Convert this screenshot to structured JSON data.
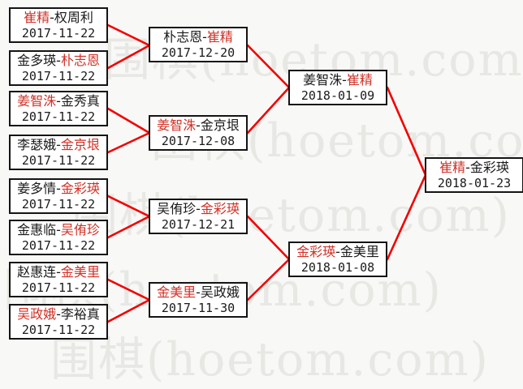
{
  "watermark": {
    "text": "围棋(hoetom.com)"
  },
  "colors": {
    "connector_line": "#f20000",
    "winner_name": "#d03026",
    "loser_name": "#1a1a1a",
    "box_border": "#141414",
    "box_background": "#ffffff",
    "watermark_gray": "#e7e7e4",
    "page_background": "#f8f8f6"
  },
  "bracket": {
    "round1": [
      {
        "p1": "崔精",
        "p1c": "red",
        "sep": "-",
        "p2": "权周利",
        "p2c": "blk",
        "date": "2017-11-22"
      },
      {
        "p1": "金多瑛",
        "p1c": "blk",
        "sep": "-",
        "p2": "朴志恩",
        "p2c": "red",
        "date": "2017-11-22"
      },
      {
        "p1": "姜智洙",
        "p1c": "red",
        "sep": "-",
        "p2": "金秀真",
        "p2c": "blk",
        "date": "2017-11-22"
      },
      {
        "p1": "李瑟娥",
        "p1c": "blk",
        "sep": "-",
        "p2": "金京垠",
        "p2c": "red",
        "date": "2017-11-22"
      },
      {
        "p1": "姜多情",
        "p1c": "blk",
        "sep": "-",
        "p2": "金彩瑛",
        "p2c": "red",
        "date": "2017-11-22"
      },
      {
        "p1": "金惠临",
        "p1c": "blk",
        "sep": "-",
        "p2": "吴侑珍",
        "p2c": "red",
        "date": "2017-11-22"
      },
      {
        "p1": "赵惠连",
        "p1c": "blk",
        "sep": "-",
        "p2": "金美里",
        "p2c": "red",
        "date": "2017-11-22"
      },
      {
        "p1": "吴政娥",
        "p1c": "red",
        "sep": "-",
        "p2": "李裕真",
        "p2c": "blk",
        "date": "2017-11-22"
      }
    ],
    "round2": [
      {
        "p1": "朴志恩",
        "p1c": "blk",
        "sep": "-",
        "p2": "崔精",
        "p2c": "red",
        "date": "2017-12-20"
      },
      {
        "p1": "姜智洙",
        "p1c": "red",
        "sep": "-",
        "p2": "金京垠",
        "p2c": "blk",
        "date": "2017-12-08"
      },
      {
        "p1": "吴侑珍",
        "p1c": "blk",
        "sep": "-",
        "p2": "金彩瑛",
        "p2c": "red",
        "date": "2017-12-21"
      },
      {
        "p1": "金美里",
        "p1c": "red",
        "sep": "-",
        "p2": "吴政娥",
        "p2c": "blk",
        "date": "2017-11-30"
      }
    ],
    "semifinals": [
      {
        "p1": "姜智洙",
        "p1c": "blk",
        "sep": "-",
        "p2": "崔精",
        "p2c": "red",
        "date": "2018-01-09"
      },
      {
        "p1": "金彩瑛",
        "p1c": "red",
        "sep": "-",
        "p2": "金美里",
        "p2c": "blk",
        "date": "2018-01-08"
      }
    ],
    "final": [
      {
        "p1": "崔精",
        "p1c": "red",
        "sep": "-",
        "p2": "金彩瑛",
        "p2c": "blk",
        "date": "2018-01-23"
      }
    ]
  }
}
